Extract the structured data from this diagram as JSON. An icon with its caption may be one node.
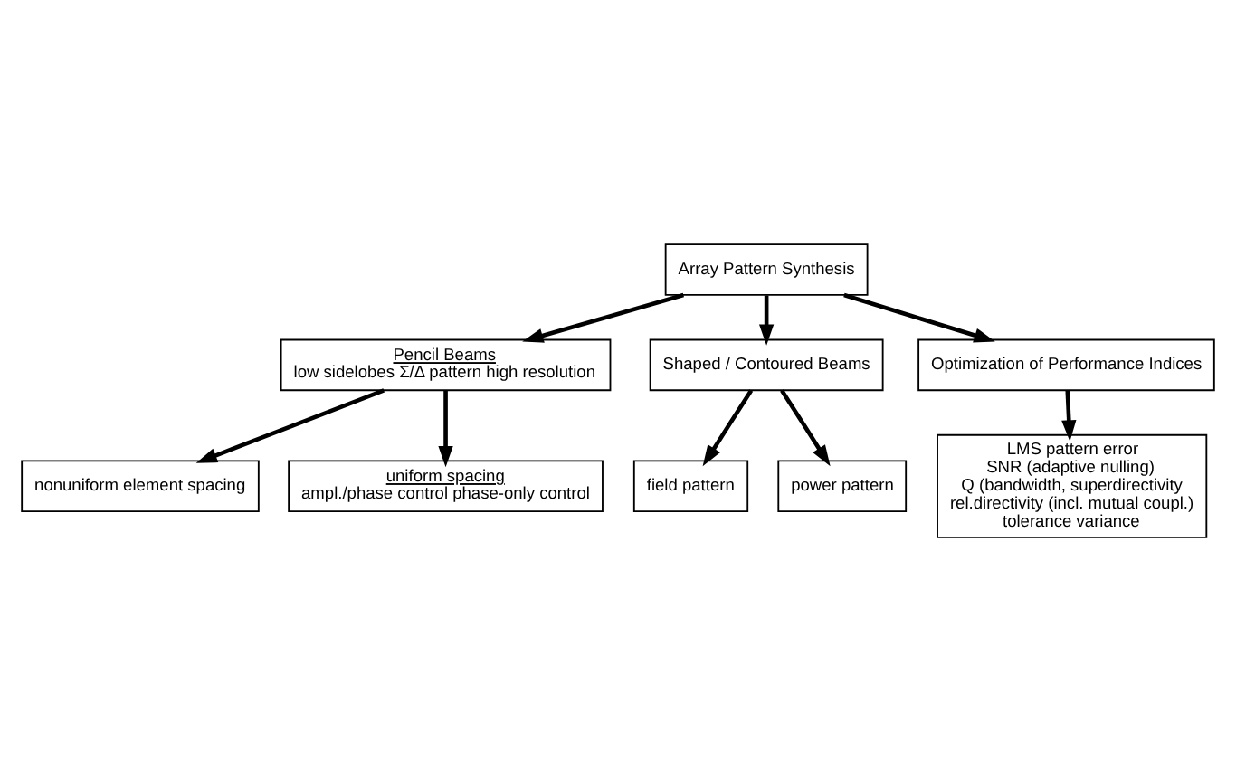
{
  "diagram": {
    "nodes": [
      {
        "text": [
          "Array Pattern Synthesis"
        ]
      },
      {
        "text": [
          "Pencil Beams",
          "low sidelobes Σ/Δ pattern high resolution"
        ]
      },
      {
        "text": [
          "Shaped / Contoured Beams"
        ]
      },
      {
        "text": [
          "Optimization of Performance Indices"
        ]
      },
      {
        "text": [
          "field pattern"
        ]
      },
      {
        "text": [
          "power pattern"
        ]
      },
      {
        "text": [
          "nonuniform element spacing"
        ]
      },
      {
        "text": [
          "LMS pattern error",
          "SNR (adaptive nulling)",
          "Q (bandwidth, superdirectivity",
          "rel.directivity (incl. mutual coupl.)",
          "tolerance variance"
        ]
      },
      {
        "text": [
          "uniform spacing",
          "ampl./phase control phase-only control"
        ]
      }
    ],
    "edges": [
      {
        "from": 0,
        "to": 1,
        "arrow": "to"
      },
      {
        "from": 0,
        "to": 2,
        "arrow": "to"
      },
      {
        "from": 0,
        "to": 3,
        "arrow": "to"
      },
      {
        "from": 2,
        "to": 4,
        "arrow": "to"
      },
      {
        "from": 2,
        "to": 5,
        "arrow": "to"
      },
      {
        "from": 1,
        "to": 6,
        "arrow": "to"
      },
      {
        "from": 3,
        "to": 7,
        "arrow": "to"
      },
      {
        "from": 1,
        "to": 8,
        "arrow": "to"
      }
    ]
  }
}
